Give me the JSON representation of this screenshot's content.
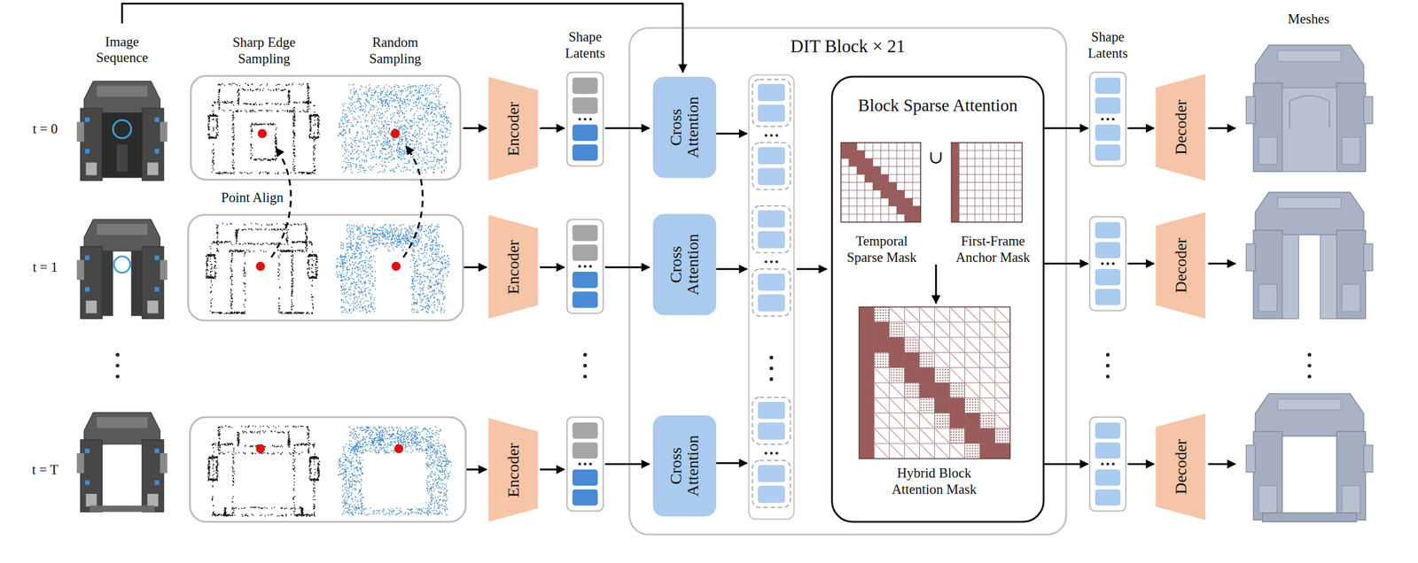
{
  "diagram": {
    "nodes": [
      {
        "text": [
          "Sharp Edge Sampling",
          "Random Sampling"
        ]
      },
      {
        "text": [
          "Encoder"
        ]
      },
      {
        "text": [
          "Encoder"
        ]
      },
      {
        "text": [
          "Encoder"
        ]
      },
      {
        "text": [
          "DIT Block × 21"
        ]
      },
      {
        "text": [
          "Cross Attention"
        ],
        "in": 4
      },
      {
        "text": [
          "Cross Attention"
        ],
        "in": 4
      },
      {
        "text": [
          "Cross Attention"
        ],
        "in": 4
      },
      {
        "text": [
          "Block Sparse Attention"
        ],
        "in": 4
      },
      {
        "text": [
          "Decoder"
        ]
      },
      {
        "text": [
          "Decoder"
        ]
      },
      {
        "text": [
          "Decoder"
        ]
      }
    ],
    "labels": [
      "Image Sequence",
      "t = 0",
      "t = 1",
      "t = T",
      "Point Align",
      "Shape Latents",
      "∪",
      "Temporal Sparse Mask",
      "First-Frame Anchor Mask",
      "Hybrid Block Attention Mask",
      "Shape Latents",
      "Meshes"
    ]
  }
}
